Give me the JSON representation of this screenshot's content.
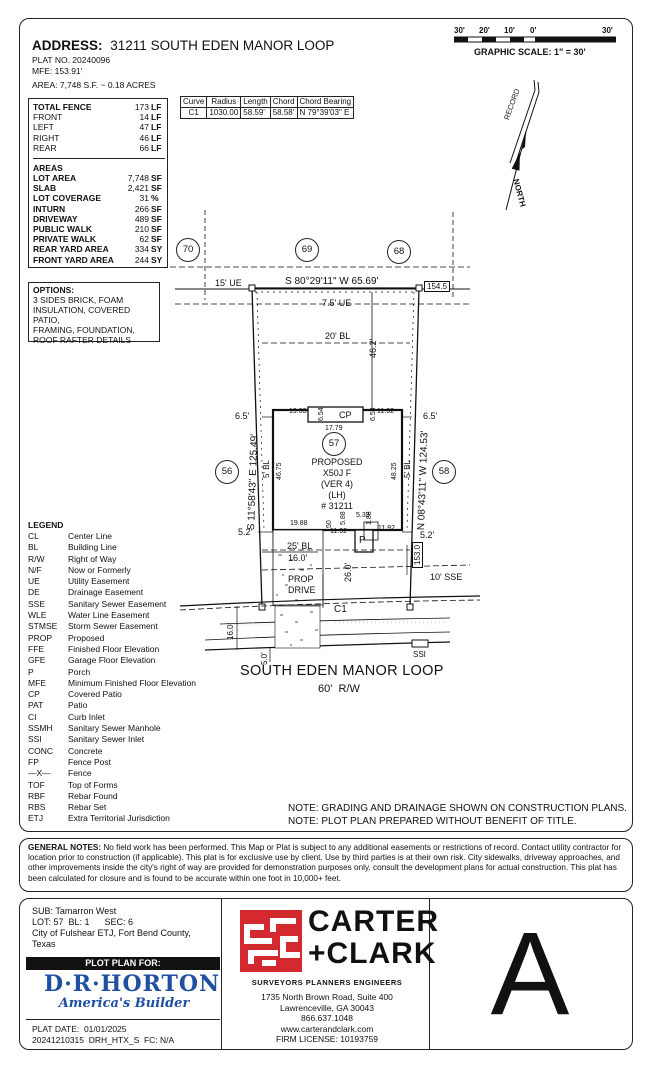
{
  "header": {
    "address_label": "ADDRESS:",
    "address": "31211 SOUTH EDEN MANOR LOOP",
    "plat_no": "PLAT NO. 20240096",
    "mfe": "MFE: 153.91'",
    "area": "AREA: 7,748 S.F. ~ 0.18 ACRES"
  },
  "scale": {
    "ticks": [
      "30'",
      "20'",
      "10'",
      "0'",
      "30'"
    ],
    "label": "GRAPHIC SCALE: 1\" = 30'"
  },
  "fence": {
    "rows": [
      {
        "label": "TOTAL FENCE",
        "value": "173",
        "unit": "LF"
      },
      {
        "label": "FRONT",
        "value": "14",
        "unit": "LF"
      },
      {
        "label": "LEFT",
        "value": "47",
        "unit": "LF"
      },
      {
        "label": "RIGHT",
        "value": "46",
        "unit": "LF"
      },
      {
        "label": "REAR",
        "value": "66",
        "unit": "LF"
      }
    ]
  },
  "areas": {
    "title": "AREAS",
    "rows": [
      {
        "label": "LOT AREA",
        "value": "7,748",
        "unit": "SF"
      },
      {
        "label": "SLAB",
        "value": "2,421",
        "unit": "SF"
      },
      {
        "label": "LOT COVERAGE",
        "value": "31",
        "unit": "%"
      },
      {
        "label": "INTURN",
        "value": "266",
        "unit": "SF"
      },
      {
        "label": "DRIVEWAY",
        "value": "489",
        "unit": "SF"
      },
      {
        "label": "PUBLIC WALK",
        "value": "210",
        "unit": "SF"
      },
      {
        "label": "PRIVATE WALK",
        "value": "62",
        "unit": "SF"
      },
      {
        "label": "REAR YARD AREA",
        "value": "334",
        "unit": "SY"
      },
      {
        "label": "FRONT YARD AREA",
        "value": "244",
        "unit": "SY"
      }
    ]
  },
  "curve_table": {
    "headers": [
      "Curve",
      "Radius",
      "Length",
      "Chord",
      "Chord Bearing"
    ],
    "row": [
      "C1",
      "1030.00",
      "58.59'",
      "58.58'",
      "N 79°39'03\" E"
    ]
  },
  "options": {
    "title": "OPTIONS:",
    "lines": [
      "3 SIDES BRICK, FOAM",
      "INSULATION, COVERED PATIO,",
      "FRAMING, FOUNDATION,",
      "ROOF RAFTER DETAILS"
    ]
  },
  "plan": {
    "north_label": "NORTH",
    "record_label": "RECORD",
    "lot_70": "70",
    "lot_69": "69",
    "lot_68": "68",
    "lot_56": "56",
    "lot_58": "58",
    "lot_57": "57",
    "rear_bearing": "S 80°29'11\" W 65.69'",
    "ue_15": "15' UE",
    "ue_75": "7.5' UE",
    "rear_elev": "154.5",
    "bl_20": "20' BL",
    "dim_462": "46.2'",
    "left_bearing": "S 11°58'43\" E 125.49'",
    "right_bearing": "N 08°43'11\" W 124.53'",
    "side_65_left": "6.5'",
    "side_65_right": "6.5'",
    "side_52_left": "5.2'",
    "side_52_right": "5.2'",
    "bl_5_left": "5' BL",
    "bl_5_right": "5' BL",
    "cp": "CP",
    "d1933": "19.33",
    "d654a": "6.54",
    "d654b": "6.54",
    "d1192top": "11.92",
    "d1779": "17.79",
    "d4675": "46.75",
    "d4825": "48.25",
    "d1988": "19.88",
    "d1192a": "11.92",
    "d1192b": "11.92",
    "d533": "5.33",
    "d588": "5.88",
    "d50": "50",
    "d188": "1.88",
    "porch": "P",
    "house_lines": [
      "PROPOSED",
      "X50J F",
      "(VER 4)",
      "(LH)",
      "# 31211"
    ],
    "bl_25": "25' BL",
    "d160": "16.0'",
    "d260": "26.0'",
    "prop_drive": [
      "PROP",
      "DRIVE"
    ],
    "sse": "10' SSE",
    "front_elev": "153.0",
    "c1": "C1",
    "d160b": "16.0'",
    "d50b": "5.0'",
    "ssi": "SSI",
    "street": "SOUTH EDEN MANOR LOOP",
    "row": "60'  R/W"
  },
  "legend": {
    "title": "LEGEND",
    "items": [
      {
        "k": "CL",
        "v": "Center Line"
      },
      {
        "k": "BL",
        "v": "Building Line"
      },
      {
        "k": "R/W",
        "v": "Right of Way"
      },
      {
        "k": "N/F",
        "v": "Now or Formerly"
      },
      {
        "k": "UE",
        "v": "Utility Easement"
      },
      {
        "k": "DE",
        "v": "Drainage Easement"
      },
      {
        "k": "SSE",
        "v": "Sanitary Sewer Easement"
      },
      {
        "k": "WLE",
        "v": "Water Line Easement"
      },
      {
        "k": "STMSE",
        "v": "Storm Sewer Easement"
      },
      {
        "k": "PROP",
        "v": "Proposed"
      },
      {
        "k": "FFE",
        "v": "Finished Floor Elevation"
      },
      {
        "k": "GFE",
        "v": "Garage Floor Elevation"
      },
      {
        "k": "P",
        "v": "Porch"
      },
      {
        "k": "MFE",
        "v": "Minimum Finished Floor Elevation"
      },
      {
        "k": "CP",
        "v": "Covered Patio"
      },
      {
        "k": "PAT",
        "v": "Patio"
      },
      {
        "k": "CI",
        "v": "Curb Inlet"
      },
      {
        "k": "SSMH",
        "v": "Sanitary Sewer Manhole"
      },
      {
        "k": "SSI",
        "v": "Sanitary Sewer Inlet"
      },
      {
        "k": "CONC",
        "v": "Concrete"
      },
      {
        "k": "FP",
        "v": "Fence Post"
      },
      {
        "k": "—X—",
        "v": "Fence"
      },
      {
        "k": "TOF",
        "v": "Top of Forms"
      },
      {
        "k": "RBF",
        "v": "Rebar Found"
      },
      {
        "k": "RBS",
        "v": "Rebar Set"
      },
      {
        "k": "ETJ",
        "v": "Extra Territorial Jurisdiction"
      }
    ]
  },
  "notes_right": [
    "NOTE: GRADING AND DRAINAGE SHOWN ON CONSTRUCTION PLANS.",
    "NOTE: PLOT PLAN PREPARED WITHOUT BENEFIT OF TITLE."
  ],
  "general_notes": {
    "label": "GENERAL NOTES:",
    "text": " No field work has been performed. This Map or Plat is subject to any additional easements or restrictions of record. Contact utility contractor for location prior to construction (if applicable). This plat is for exclusive use by client. Use by third parties is at their own risk. City sidewalks, driveway approaches, and other improvements inside the city's right of way are provided for demonstration purposes only. consult the development plans for actual construction. This plat has been calculated for closure and is found to be accurate within one foot in 10,000+ feet."
  },
  "titleblock": {
    "sub": "SUB: Tamarron West",
    "lot": "LOT: 57  BL: 1      SEC: 6",
    "city": "City of Fulshear ETJ, Fort Bend County,",
    "state": "Texas",
    "plot_plan_for": "PLOT PLAN FOR:",
    "builder_name": "D·R·HORTON",
    "builder_tag": "America's Builder",
    "plat_date": "PLAT DATE:  01/01/2025",
    "job": "20241210315  DRH_HTX_S  FC: N/A",
    "company_line1": "CARTER",
    "company_line2": "+CLARK",
    "services": "SURVEYORS  PLANNERS  ENGINEERS",
    "addr1": "1735 North Brown Road, Suite 400",
    "addr2": "Lawrenceville, GA 30043",
    "phone": "866.637.1048",
    "web": "www.carterandclark.com",
    "license": "FIRM LICENSE: 10193759",
    "sheet_letter": "A"
  },
  "colors": {
    "brand_red": "#d42a2f",
    "builder_blue": "#1f4fa0",
    "ink": "#111111"
  }
}
